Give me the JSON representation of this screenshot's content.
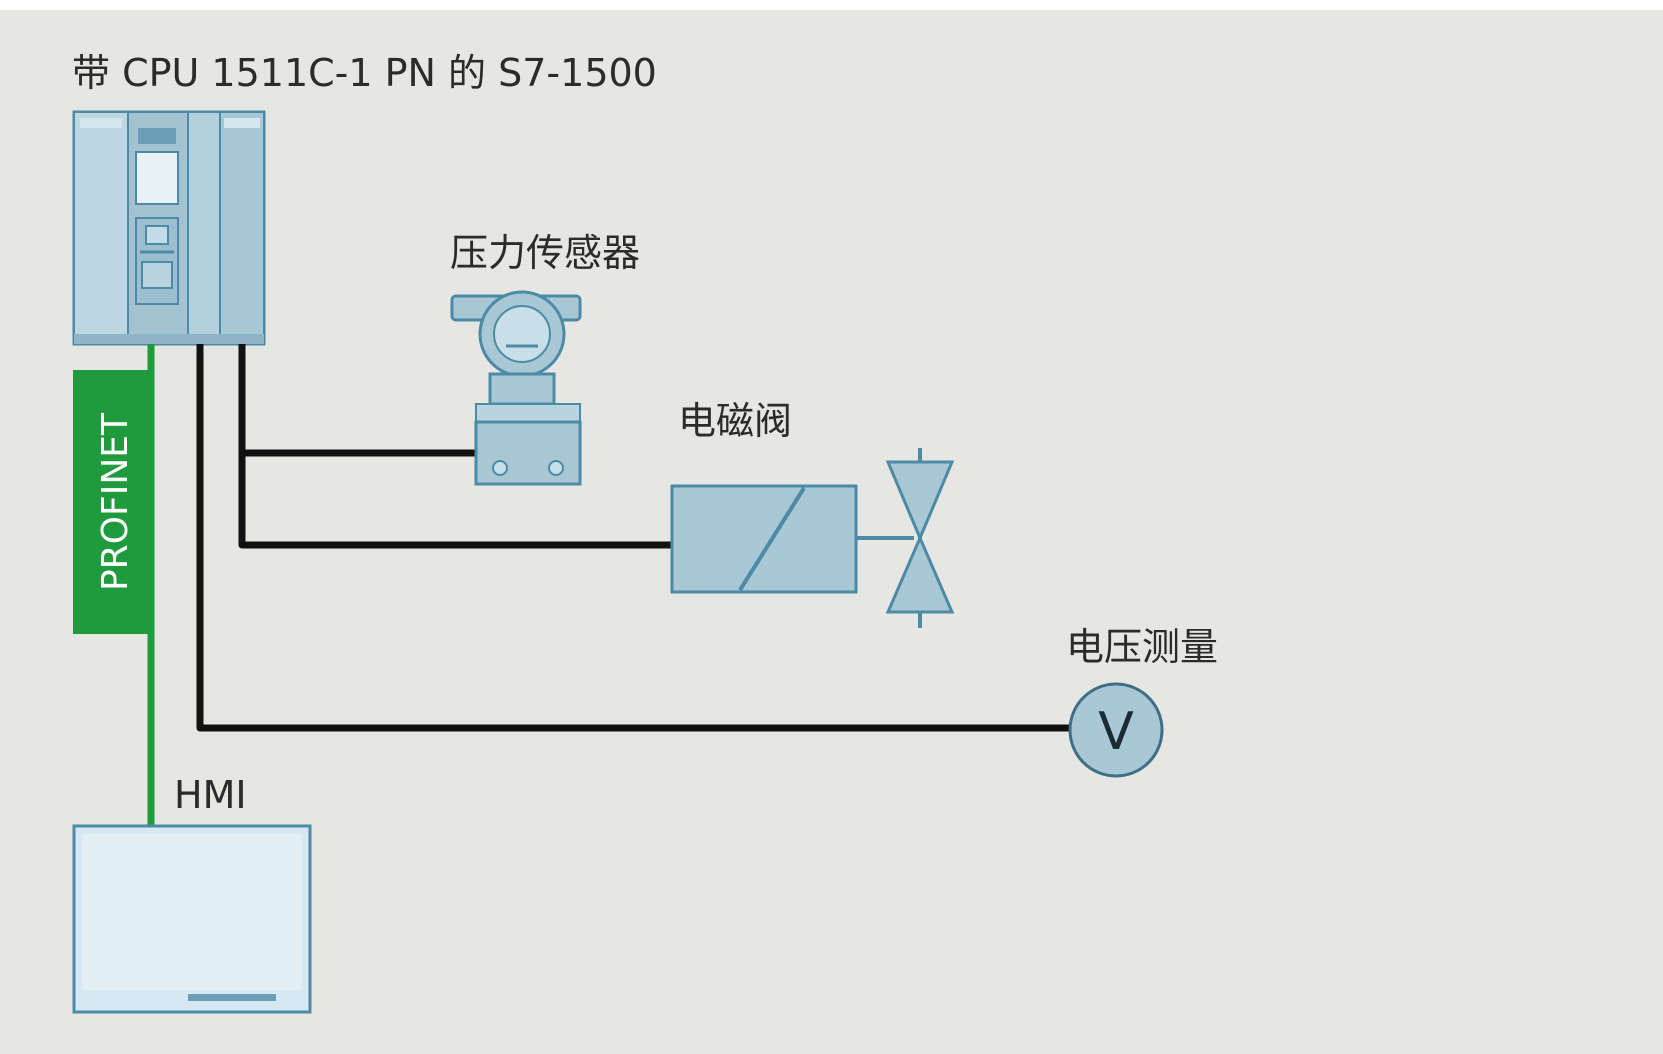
{
  "plc": {
    "title": "带 CPU 1511C-1 PN 的 S7-1500"
  },
  "network": {
    "label": "PROFINET"
  },
  "devices": {
    "pressure_sensor": {
      "label": "压力传感器"
    },
    "solenoid_valve": {
      "label": "电磁阀"
    },
    "voltage_measurement": {
      "label": "电压测量",
      "symbol": "V"
    },
    "hmi": {
      "label": "HMI"
    }
  },
  "colors": {
    "background": "#e6e6e2",
    "device_fill": "#a9c8d6",
    "device_stroke": "#4c8aa6",
    "profinet_green": "#1f9a3c",
    "wire": "#111111",
    "hmi_screen": "#d6e9f2"
  }
}
